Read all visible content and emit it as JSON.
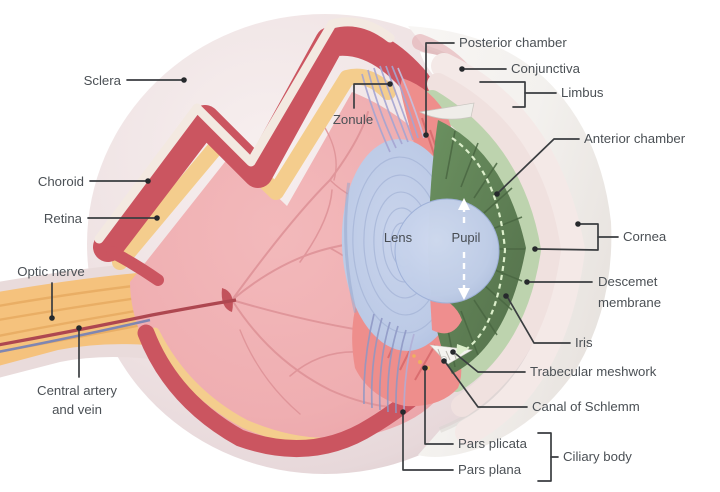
{
  "figure": {
    "type": "anatomical-diagram",
    "subject": "Cross-section of the human eye (sagittal cutaway)"
  },
  "labels": {
    "sclera": "Sclera",
    "choroid": "Choroid",
    "retina": "Retina",
    "optic_nerve": "Optic nerve",
    "central_artery_line1": "Central artery",
    "central_artery_line2": "and vein",
    "zonule": "Zonule",
    "lens": "Lens",
    "pupil": "Pupil",
    "posterior_chamber": "Posterior chamber",
    "conjunctiva": "Conjunctiva",
    "limbus": "Limbus",
    "anterior_chamber": "Anterior chamber",
    "cornea": "Cornea",
    "descemet_line1": "Descemet",
    "descemet_line2": "membrane",
    "iris": "Iris",
    "trabecular_meshwork": "Trabecular meshwork",
    "canal_of_schlemm": "Canal of Schlemm",
    "pars_plicata": "Pars plicata",
    "pars_plana": "Pars plana",
    "ciliary_body": "Ciliary body"
  },
  "colors": {
    "sclera_shell": "#ece0e0",
    "choroid_red": "#cb5560",
    "retina_yellow": "#f4cd8d",
    "vitreous_pink": "#efaeb1",
    "vessel_pink": "#df9398",
    "lens_blue": "#bccae6",
    "iris_green": "#5d7f55",
    "anterior_chamber_green": "#bdd3ae",
    "ciliary_salmon": "#ee8e8c",
    "optic_nerve_orange": "#f5c27d",
    "artery_red": "#ae4750",
    "vein_blue": "#7f86b2",
    "leader_line": "#3a3d40",
    "label_text": "#4b5055"
  }
}
